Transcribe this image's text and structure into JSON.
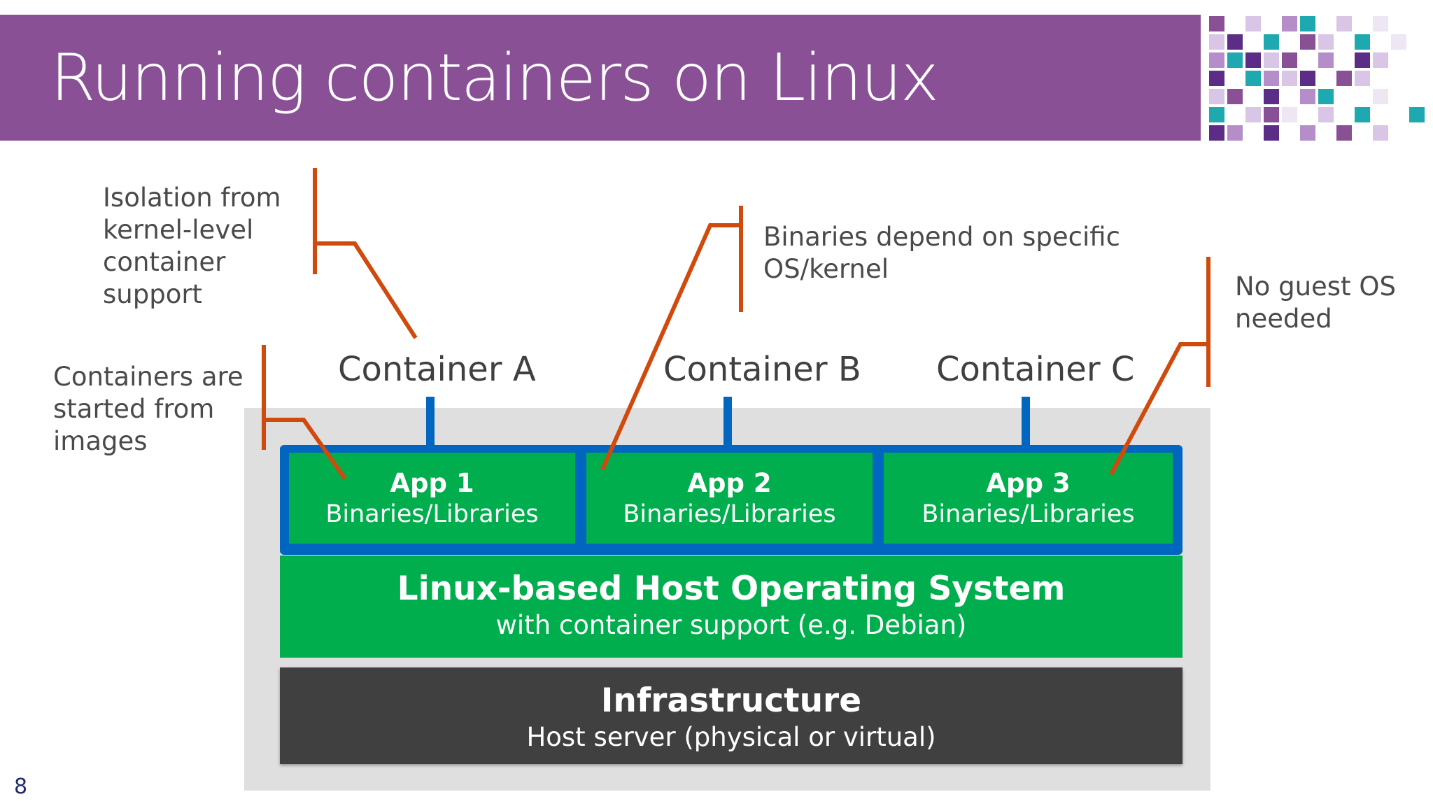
{
  "slide": {
    "title": "Running containers on Linux",
    "page_number": "8"
  },
  "containers": [
    {
      "label": "Container A",
      "app": "App 1",
      "libs": "Binaries/Libraries"
    },
    {
      "label": "Container B",
      "app": "App 2",
      "libs": "Binaries/Libraries"
    },
    {
      "label": "Container C",
      "app": "App 3",
      "libs": "Binaries/Libraries"
    }
  ],
  "host_os": {
    "title": "Linux-based Host Operating System",
    "subtitle": "with container support (e.g. Debian)"
  },
  "infrastructure": {
    "title": "Infrastructure",
    "subtitle": "Host server (physical or virtual)"
  },
  "notes": {
    "isolation": "Isolation from\nkernel-level\ncontainer\nsupport",
    "images": "Containers are\nstarted from\nimages",
    "binaries": "Binaries depend on specific\nOS/kernel",
    "guest_os": "No guest OS\nneeded"
  },
  "colors": {
    "title_bar": "#8a5096",
    "green": "#00ae4d",
    "blue": "#0066c0",
    "callout": "#d04a0c",
    "infrastructure": "#404040",
    "stage": "#e0dfe0"
  }
}
